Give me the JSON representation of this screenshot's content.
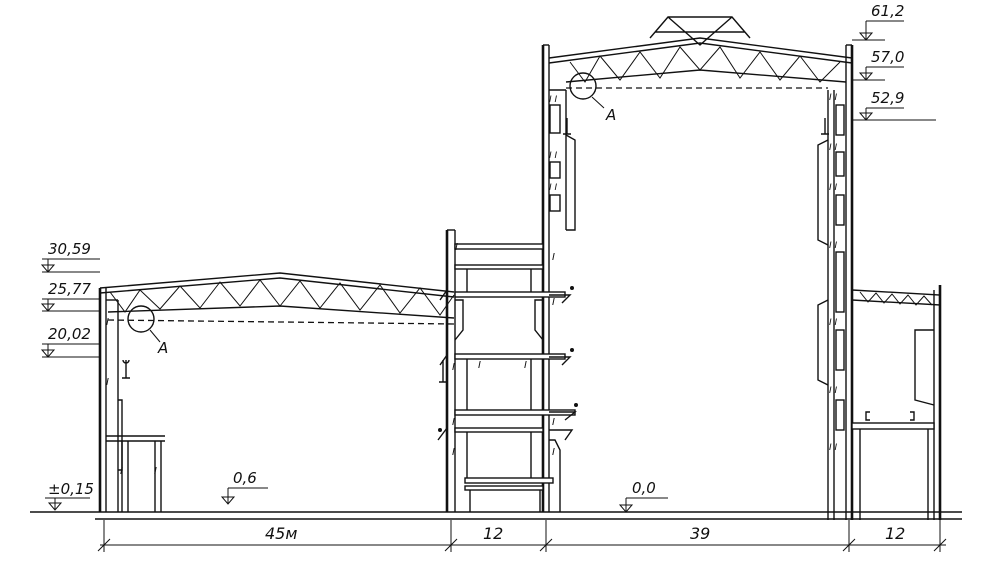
{
  "levels": {
    "l30_59": "30,59",
    "l25_77": "25,77",
    "l20_02": "20,02",
    "l0_15": "±0,15",
    "l0_6": "0,6",
    "l0_0": "0,0",
    "l61_2": "61,2",
    "l57_0": "57,0",
    "l52_9": "52,9"
  },
  "dimensions": {
    "d45": "45м",
    "d12a": "12",
    "d39": "39",
    "d12b": "12"
  },
  "callouts": {
    "left": "A",
    "right": "A"
  }
}
